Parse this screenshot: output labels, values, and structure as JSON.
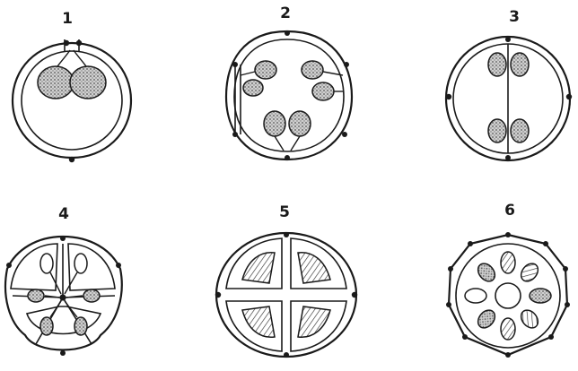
{
  "figure": {
    "panels": [
      {
        "label": "1",
        "placentation": "marginal"
      },
      {
        "label": "2",
        "placentation": "parietal"
      },
      {
        "label": "3",
        "placentation": "parietal-false-septum"
      },
      {
        "label": "4",
        "placentation": "axile-trilocular"
      },
      {
        "label": "5",
        "placentation": "axile-tetralocular"
      },
      {
        "label": "6",
        "placentation": "free-central"
      }
    ],
    "colors": {
      "ink": "#1a1a1a",
      "stipple": "#9a9a9a",
      "paper": "#ffffff"
    }
  }
}
